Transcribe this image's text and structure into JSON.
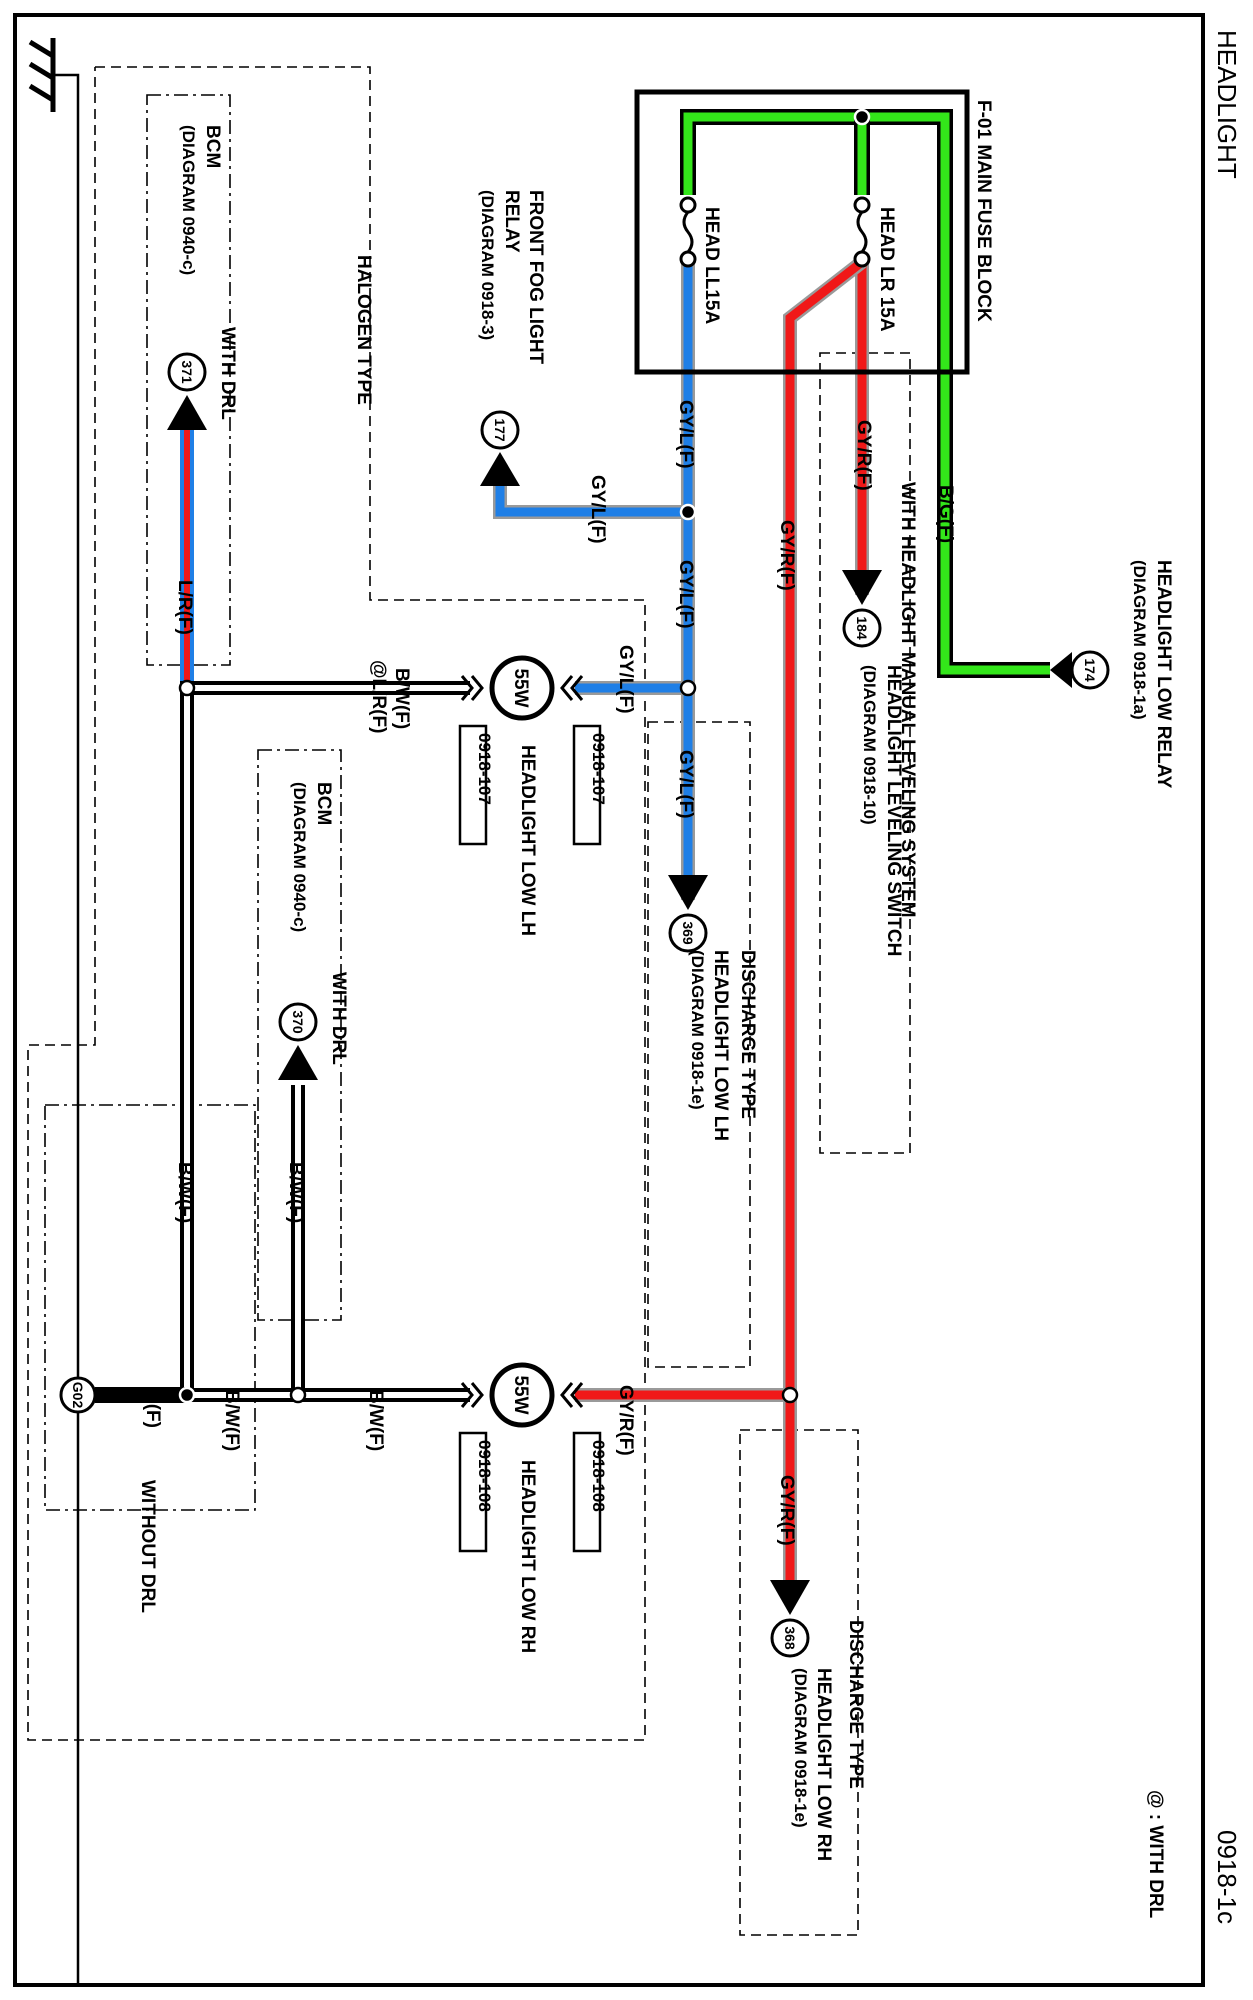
{
  "page": {
    "title": "HEADLIGHT",
    "page_number": "0918-1c",
    "footnote": "@ : WITH DRL"
  },
  "colors": {
    "green_wire": "#33e61a",
    "blue_wire": "#1f7fe6",
    "red_wire": "#f01818",
    "wire_outline": "#9a9a9a",
    "black": "#000000"
  },
  "fuse_block": {
    "title": "F-01 MAIN FUSE BLOCK",
    "fuses": [
      {
        "id": "fuse-ll",
        "label": "HEAD LL15A"
      },
      {
        "id": "fuse-lr",
        "label": "HEAD LR 15A"
      }
    ]
  },
  "wire_labels": {
    "bg": "B/G(F)",
    "gyl_trunk_1": "GY/L(F)",
    "gyl_trunk_2": "GY/L(F)",
    "gyl_trunk_3": "GY/L(F)",
    "gyl_fog": "GY/L(F)",
    "gyl_lamp": "GY/L(F)",
    "gyr_leveling": "GY/R(F)",
    "gyr_trunk": "GY/R(F)",
    "gyr_lamp": "GY/R(F)",
    "gyr_368": "GY/R(F)",
    "lr": "L/R(F)",
    "bw_lh_1": "B/W(F)",
    "bw_lh_2": "@L/R(F)",
    "bw_left_vert": "B/W(F)",
    "bw_370_vert": "B/W(F)",
    "bw_ground_1": "B/W(F)",
    "bw_ground_2": "B/W(F)",
    "b_ground": "B(F)"
  },
  "connectors": [
    {
      "id": "174",
      "label": "HEADLIGHT LOW RELAY",
      "sub": "(DIAGRAM  0918-1a)"
    },
    {
      "id": "184",
      "label": "HEADLIGHT LEVELING SWITCH",
      "sub": "(DIAGRAM  0918-10)"
    },
    {
      "id": "177",
      "label": "FRONT FOG LIGHT",
      "label2": "RELAY",
      "sub": "(DIAGRAM  0918-3)"
    },
    {
      "id": "369",
      "label": "HEADLIGHT LOW LH",
      "sub": "(DIAGRAM  0918-1e)"
    },
    {
      "id": "368",
      "label": "HEADLIGHT LOW RH",
      "sub": "(DIAGRAM  0918-1e)"
    },
    {
      "id": "371",
      "label": "BCM",
      "sub": "(DIAGRAM  0940-c)"
    },
    {
      "id": "370",
      "label": "BCM",
      "sub": "(DIAGRAM  0940-c)"
    }
  ],
  "lamps": [
    {
      "id": "lamp-lh",
      "rating": "55W",
      "name": "HEADLIGHT LOW LH",
      "connector_a": "0918-107",
      "connector_b": "0918-107"
    },
    {
      "id": "lamp-rh",
      "rating": "55W",
      "name": "HEADLIGHT LOW RH",
      "connector_a": "0918-108",
      "connector_b": "0918-108"
    }
  ],
  "groups": {
    "manual_leveling": "WITH HEADLIGHT MANUAL LEVELING SYSTEM",
    "halogen": "HALOGEN TYPE",
    "discharge_lh": "DISCHARGE TYPE",
    "discharge_rh": "DISCHARGE TYPE",
    "with_drl_371": "WITH DRL",
    "with_drl_370": "WITH DRL",
    "without_drl": "WITHOUT DRL"
  },
  "ground": {
    "id": "G02"
  }
}
